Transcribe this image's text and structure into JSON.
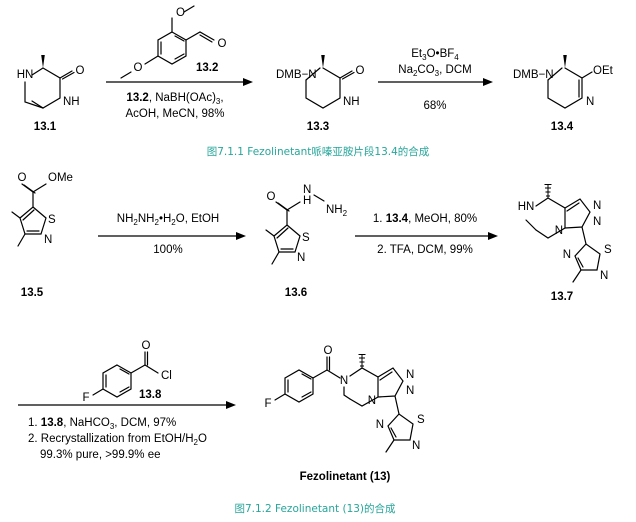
{
  "row1": {
    "compound_a_label": "13.1",
    "reagent_label": "13.2",
    "step1_line1_bold": "13.2",
    "step1_line1_rest": ", NaBH(OAc)",
    "step1_line1_sub": "3",
    "step1_line1_end": ",",
    "step1_line2": "AcOH, MeCN, 98%",
    "compound_b_label": "13.3",
    "step2_line1": "Et",
    "step2_line1_sub1": "3",
    "step2_line1_mid": "O•BF",
    "step2_line1_sub2": "4",
    "step2_line2": "Na",
    "step2_line2_sub1": "2",
    "step2_line2_mid": "CO",
    "step2_line2_sub2": "3",
    "step2_line2_end": ", DCM",
    "step2_yield": "68%",
    "compound_c_label": "13.4",
    "caption": "图7.1.1 Fezolinetant哌嗪亚胺片段13.4的合成"
  },
  "row2": {
    "compound_a_label": "13.5",
    "step1_line1": "NH",
    "step1_line1_sub1": "2",
    "step1_line1_mid": "NH",
    "step1_line1_sub2": "2",
    "step1_line1_end": "•H",
    "step1_line1_sub3": "2",
    "step1_line1_tail": "O, EtOH",
    "step1_yield": "100%",
    "compound_b_label": "13.6",
    "step2_line1_prefix": "1. ",
    "step2_line1_bold": "13.4",
    "step2_line1_rest": ", MeOH, 80%",
    "step2_line2": "2. TFA, DCM, 99%",
    "compound_c_label": "13.7"
  },
  "row3": {
    "reagent_label": "13.8",
    "step_line1_prefix": "1. ",
    "step_line1_bold": "13.8",
    "step_line1_rest": ", NaHCO",
    "step_line1_sub": "3",
    "step_line1_end": ", DCM, 97%",
    "step_line2": "2. Recrystallization from EtOH/H",
    "step_line2_sub": "2",
    "step_line2_end": "O",
    "step_line3": "99.3% pure, >99.9% ee",
    "product_label": "Fezolinetant (13)",
    "caption": "图7.1.2 Fezolinetant (13)的合成"
  },
  "atoms": {
    "O": "O",
    "N": "N",
    "NH": "NH",
    "HN": "HN",
    "S": "S",
    "DMB": "DMB",
    "OEt": "OEt",
    "OMe": "OMe",
    "Cl": "Cl",
    "F": "F",
    "H": "H",
    "NH2": "NH",
    "NH2_sub": "2"
  },
  "colors": {
    "caption": "#26a69a",
    "ink": "#000000",
    "background": "#ffffff"
  }
}
